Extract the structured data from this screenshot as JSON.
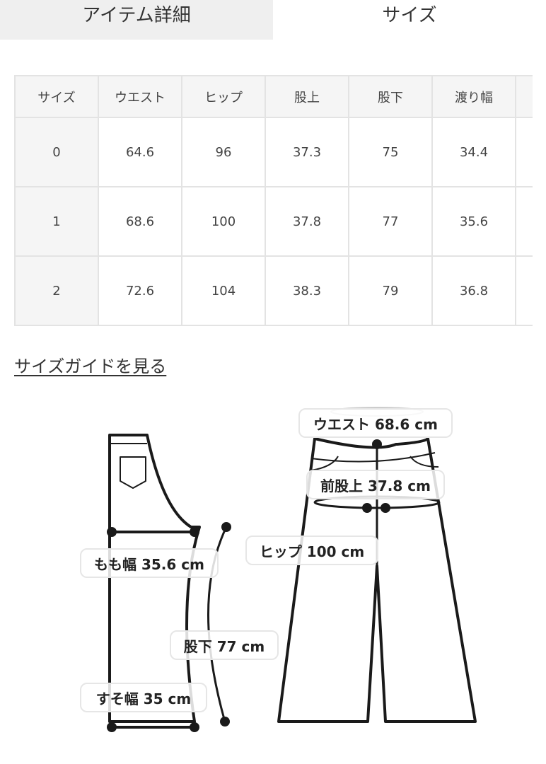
{
  "tabs": [
    {
      "label": "アイテム詳細",
      "active": false
    },
    {
      "label": "サイズ",
      "active": true
    }
  ],
  "size_table": {
    "headers": [
      "サイズ",
      "ウエスト",
      "ヒップ",
      "股上",
      "股下",
      "渡り幅",
      ""
    ],
    "rows": [
      [
        "0",
        "64.6",
        "96",
        "37.3",
        "75",
        "34.4",
        ""
      ],
      [
        "1",
        "68.6",
        "100",
        "37.8",
        "77",
        "35.6",
        ""
      ],
      [
        "2",
        "72.6",
        "104",
        "38.3",
        "79",
        "36.8",
        ""
      ]
    ]
  },
  "size_guide_link": "サイズガイドを見る",
  "diagram": {
    "waist": "ウエスト 68.6 cm",
    "front_rise": "前股上 37.8 cm",
    "hip": "ヒップ 100 cm",
    "thigh": "もも幅 35.6 cm",
    "inseam": "股下 77 cm",
    "hem": "すそ幅 35 cm"
  }
}
